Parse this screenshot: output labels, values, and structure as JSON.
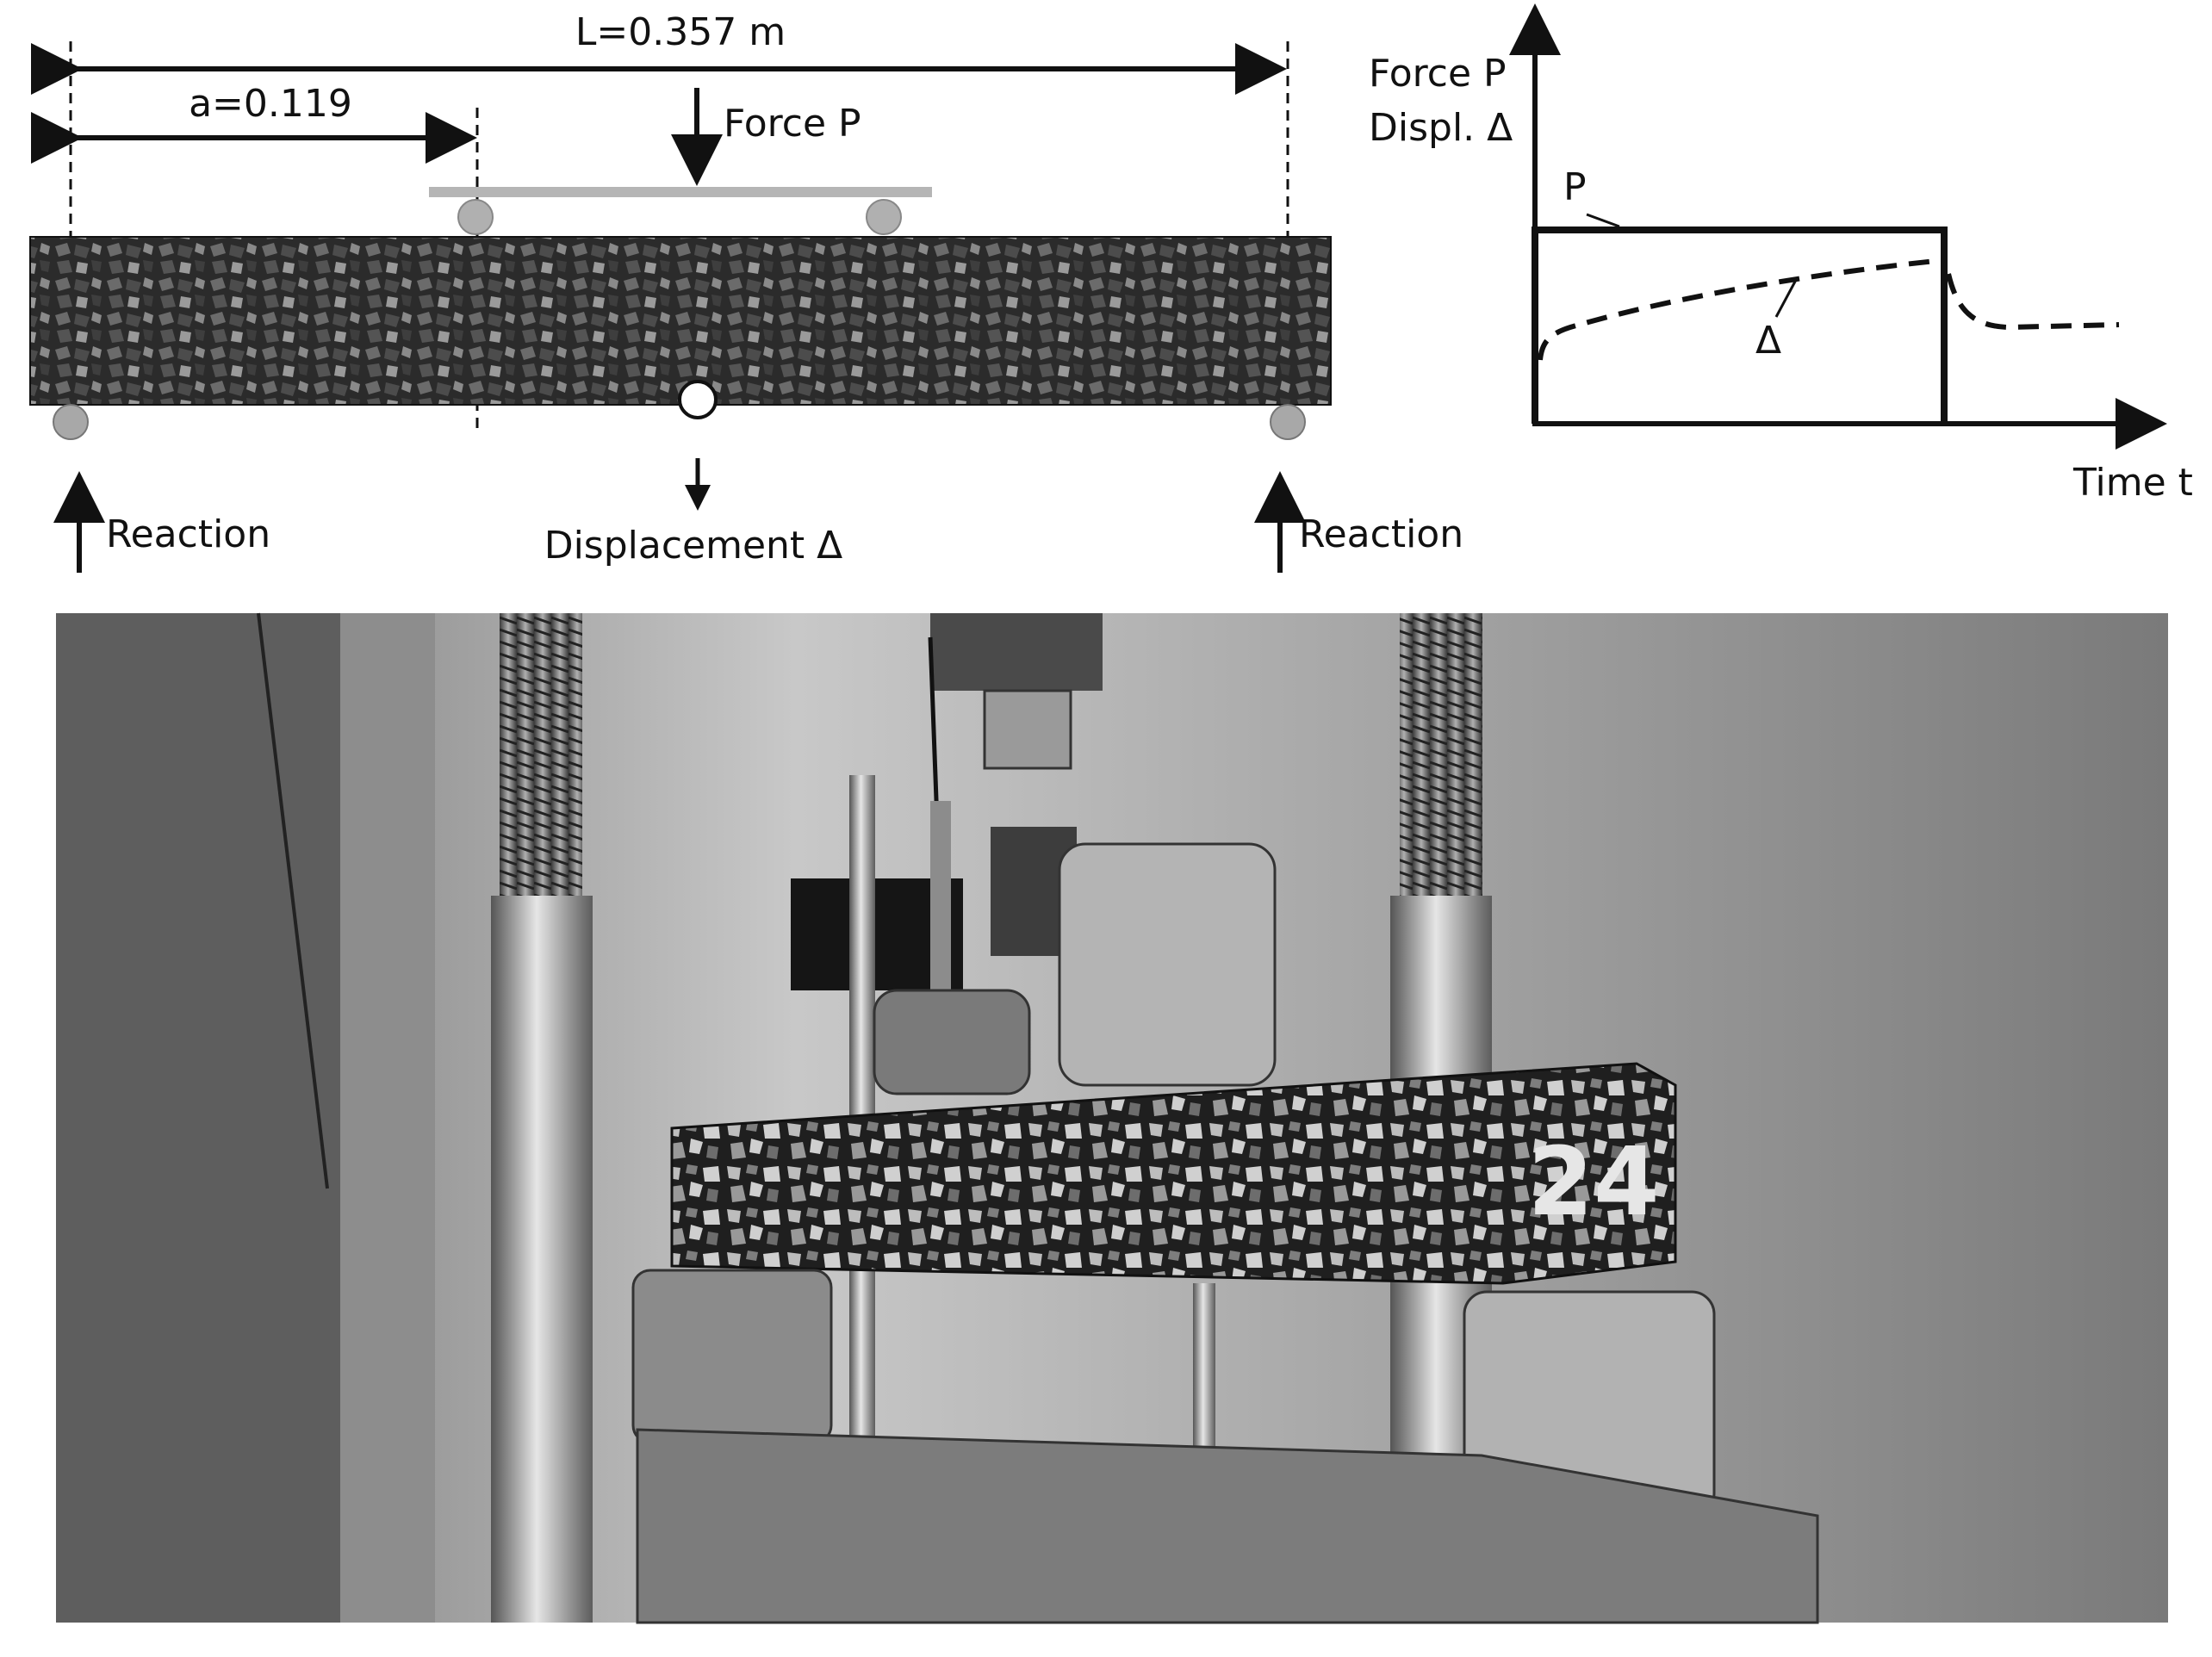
{
  "beam_diagram": {
    "span_label": "L=0.357 m",
    "shear_span_label": "a=0.119",
    "load_label": "Force P",
    "reaction_left_label": "Reaction",
    "reaction_right_label": "Reaction",
    "displacement_label": "Displacement Δ"
  },
  "creep_chart": {
    "y_label_line1": "Force P",
    "y_label_line2": "Displ. Δ",
    "x_label": "Time t",
    "force_curve_label": "P",
    "displacement_curve_label": "Δ"
  },
  "photo": {
    "specimen_number": "24"
  },
  "colors": {
    "ink": "#111111",
    "beam_dark": "#2a2a2a",
    "support_gray": "#a8a8a8",
    "photo_wall": "#b9b9b9"
  }
}
